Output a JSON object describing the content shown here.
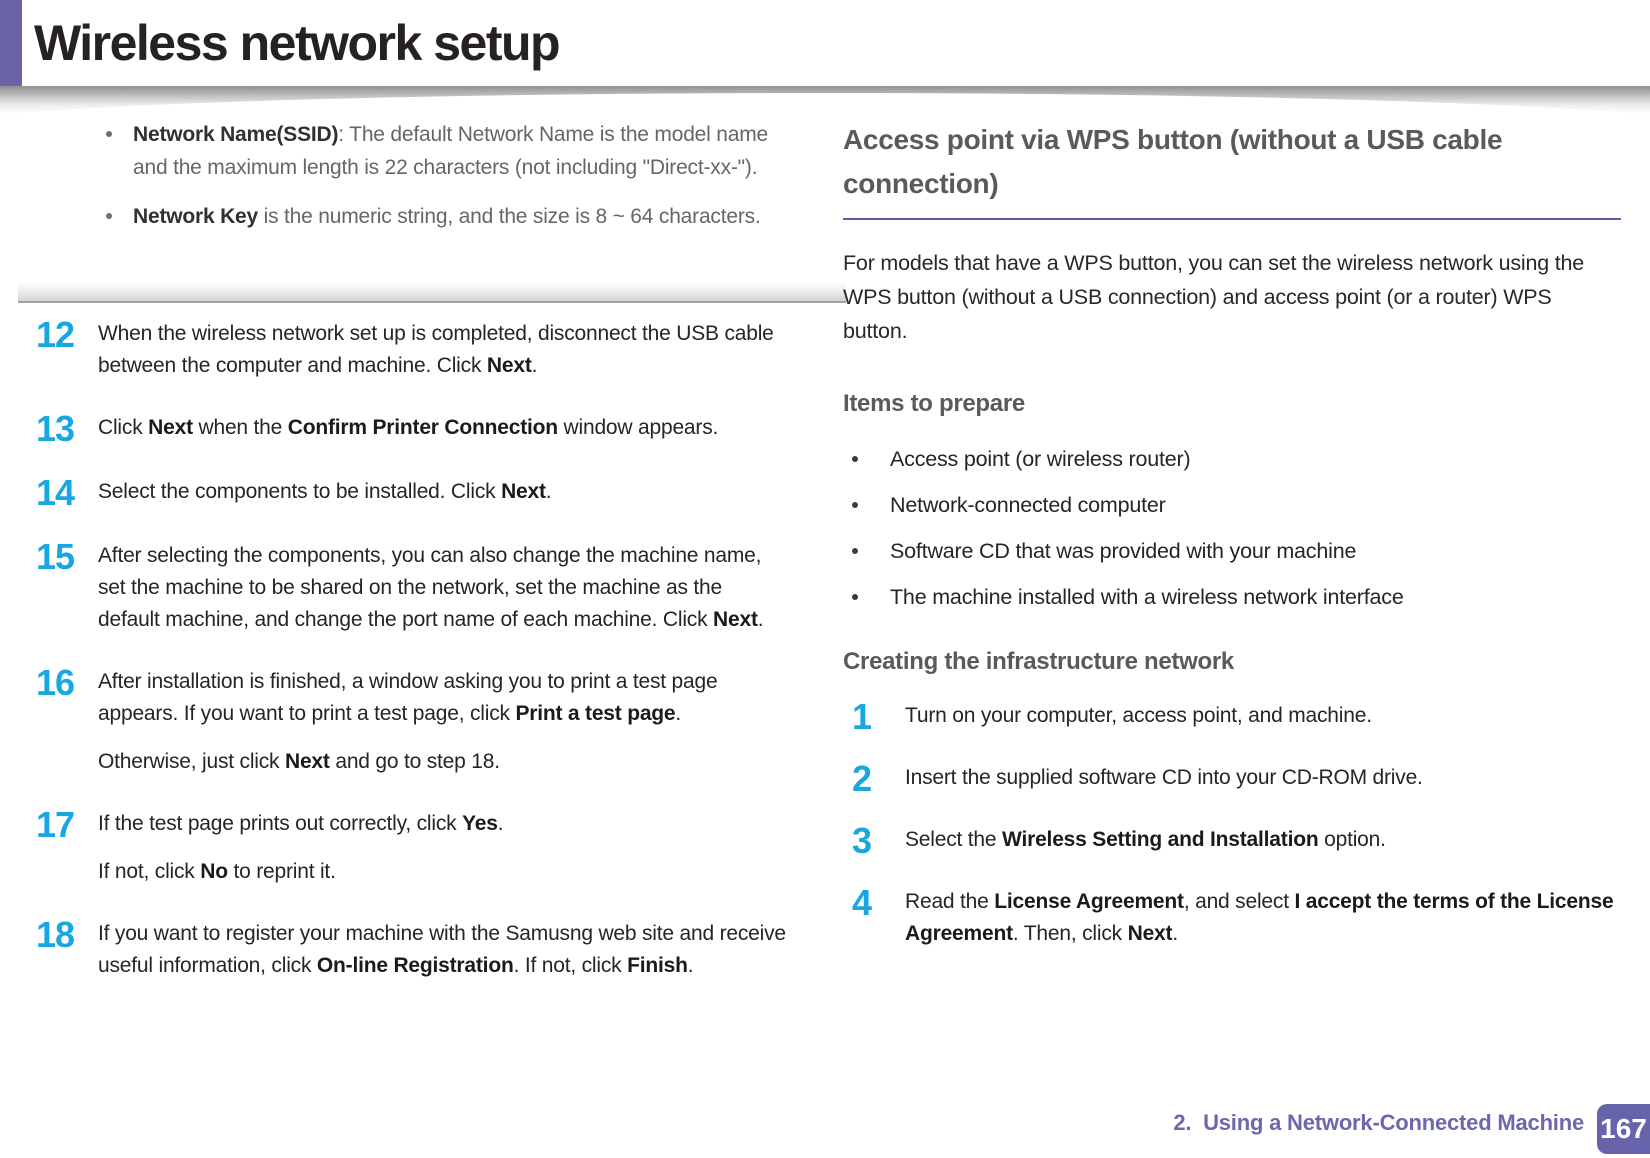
{
  "header": {
    "title": "Wireless network setup"
  },
  "colors": {
    "accent_purple": "#6a63a8",
    "step_number_blue": "#18a7e0",
    "heading_gray": "#595a5e",
    "rule_purple": "#5c5fa7",
    "footer_purple": "#6b68ae"
  },
  "note": {
    "bullets": [
      {
        "segments": [
          {
            "t": "Network Name(SSID)",
            "b": true
          },
          {
            "t": ": The default Network Name is the model name and the maximum length is 22 characters (not including \"Direct-xx-\")."
          }
        ]
      },
      {
        "segments": [
          {
            "t": "Network Key",
            "b": true
          },
          {
            "t": " is the numeric string, and the size is 8 ~ 64 characters."
          }
        ]
      }
    ]
  },
  "left_steps": [
    {
      "num": "12",
      "paragraphs": [
        [
          {
            "t": "When the wireless network set up is completed, disconnect the USB cable between the computer and machine. Click "
          },
          {
            "t": "Next",
            "b": true
          },
          {
            "t": "."
          }
        ]
      ]
    },
    {
      "num": "13",
      "paragraphs": [
        [
          {
            "t": "Click "
          },
          {
            "t": "Next",
            "b": true
          },
          {
            "t": " when the "
          },
          {
            "t": "Confirm Printer Connection",
            "b": true
          },
          {
            "t": " window appears."
          }
        ]
      ]
    },
    {
      "num": "14",
      "paragraphs": [
        [
          {
            "t": "Select the components to be installed. Click "
          },
          {
            "t": "Next",
            "b": true
          },
          {
            "t": "."
          }
        ]
      ]
    },
    {
      "num": "15",
      "paragraphs": [
        [
          {
            "t": "After selecting the components, you can also change the machine name, set the machine to be shared on the network, set the machine as the default machine, and change the port name of each machine. Click "
          },
          {
            "t": "Next",
            "b": true
          },
          {
            "t": "."
          }
        ]
      ]
    },
    {
      "num": "16",
      "paragraphs": [
        [
          {
            "t": "After installation is finished, a window asking you to print a test page appears. If you want to print a test page, click "
          },
          {
            "t": "Print a test page",
            "b": true
          },
          {
            "t": "."
          }
        ],
        [
          {
            "t": "Otherwise, just click "
          },
          {
            "t": "Next",
            "b": true
          },
          {
            "t": " and go to step 18."
          }
        ]
      ]
    },
    {
      "num": "17",
      "paragraphs": [
        [
          {
            "t": "If the test page prints out correctly, click "
          },
          {
            "t": "Yes",
            "b": true
          },
          {
            "t": "."
          }
        ],
        [
          {
            "t": "If not, click "
          },
          {
            "t": "No",
            "b": true
          },
          {
            "t": " to reprint it."
          }
        ]
      ]
    },
    {
      "num": "18",
      "paragraphs": [
        [
          {
            "t": "If you want to register your machine with the Samusng web site and receive useful information, click "
          },
          {
            "t": "On-line Registration",
            "b": true
          },
          {
            "t": ". If not, click "
          },
          {
            "t": "Finish",
            "b": true
          },
          {
            "t": "."
          }
        ]
      ]
    }
  ],
  "right": {
    "heading": "Access point via WPS button (without a USB cable connection)",
    "intro": "For models that have a WPS button, you can set the wireless network using the WPS button (without a USB connection) and access point (or a router) WPS button.",
    "items_heading": "Items to prepare",
    "items": [
      "Access point (or wireless router)",
      "Network-connected computer",
      "Software CD that was provided with your machine",
      "The machine installed with a wireless network interface"
    ],
    "infra_heading": "Creating the infrastructure network",
    "steps": [
      {
        "num": "1",
        "paragraphs": [
          [
            {
              "t": "Turn on your computer, access point, and machine."
            }
          ]
        ]
      },
      {
        "num": "2",
        "paragraphs": [
          [
            {
              "t": "Insert the supplied software CD into your CD-ROM drive."
            }
          ]
        ]
      },
      {
        "num": "3",
        "paragraphs": [
          [
            {
              "t": "Select the "
            },
            {
              "t": "Wireless Setting and Installation",
              "b": true
            },
            {
              "t": " option."
            }
          ]
        ]
      },
      {
        "num": "4",
        "paragraphs": [
          [
            {
              "t": "Read the "
            },
            {
              "t": "License Agreement",
              "b": true
            },
            {
              "t": ", and select "
            },
            {
              "t": "I accept the terms of the License Agreement",
              "b": true
            },
            {
              "t": ". Then, click "
            },
            {
              "t": "Next",
              "b": true
            },
            {
              "t": "."
            }
          ]
        ]
      }
    ]
  },
  "footer": {
    "chapter": "2.  Using a Network-Connected Machine",
    "page_number": "167"
  }
}
